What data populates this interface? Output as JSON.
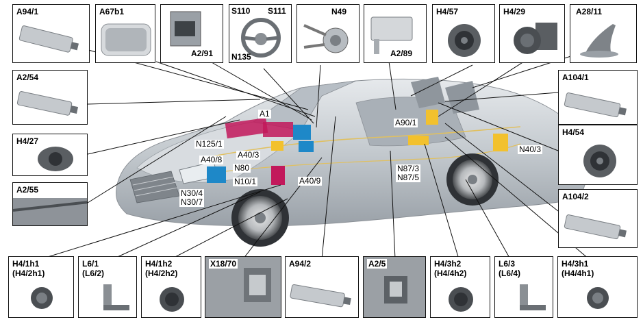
{
  "top_boxes": [
    {
      "id": "A94/1"
    },
    {
      "id": "A67b1"
    },
    {
      "id": "A2/91"
    },
    {
      "id": "S110",
      "id2": "S111",
      "id3": "N135"
    },
    {
      "id": "N49"
    },
    {
      "id": "A2/89"
    },
    {
      "id": "H4/57"
    },
    {
      "id": "H4/29"
    },
    {
      "id": "A28/11"
    }
  ],
  "left_boxes": [
    {
      "id": "A2/54"
    },
    {
      "id": "H4/27"
    },
    {
      "id": "A2/55"
    }
  ],
  "right_boxes": [
    {
      "id": "A104/1"
    },
    {
      "id": "H4/54"
    },
    {
      "id": "A104/2"
    }
  ],
  "bottom_boxes": [
    {
      "id": "H4/1h1\n(H4/2h1)"
    },
    {
      "id": "L6/1\n(L6/2)"
    },
    {
      "id": "H4/1h2\n(H4/2h2)"
    },
    {
      "id": "X18/70"
    },
    {
      "id": "A94/2"
    },
    {
      "id": "A2/5"
    },
    {
      "id": "H4/3h2\n(H4/4h2)"
    },
    {
      "id": "L6/3\n(L6/4)"
    },
    {
      "id": "H4/3h1\n(H4/4h1)"
    }
  ],
  "car_labels": {
    "a1": "A1",
    "n125": "N125/1",
    "a40_3": "A40/3",
    "a40_8": "A40/8",
    "n80": "N80",
    "n10": "N10/1",
    "n30": "N30/4\nN30/7",
    "a40_9": "A40/9",
    "a90": "A90/1",
    "n40": "N40/3",
    "n87": "N87/3\nN87/5"
  },
  "colors": {
    "module_yellow": "#f2c12e",
    "module_magenta": "#c2185b",
    "module_blue": "#1e88c8",
    "car_body": "#c9ced3",
    "harness": "#e0c060"
  }
}
